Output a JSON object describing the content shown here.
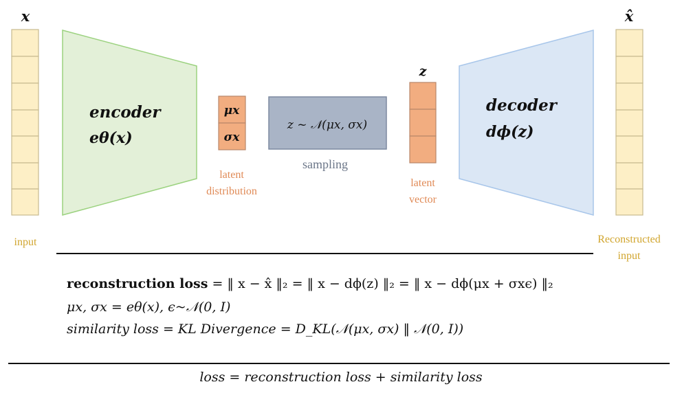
{
  "diagram": {
    "input_symbol": "x",
    "output_symbol": "x̂",
    "input_label": "input",
    "output_label_line1": "Reconstructed",
    "output_label_line2": "input",
    "encoder_title": "encoder",
    "encoder_func": "eθ(x)",
    "mu_label": "μx",
    "sigma_label": "σx",
    "latent_dist_line1": "latent",
    "latent_dist_line2": "distribution",
    "sampling_formula": "z ~ 𝒩(μx, σx)",
    "sampling_label": "sampling",
    "z_symbol": "z",
    "latent_vec_line1": "latent",
    "latent_vec_line2": "vector",
    "decoder_title": "decoder",
    "decoder_func": "dϕ(z)"
  },
  "formulas": {
    "recon_bold": "reconstruction loss",
    "recon_rest": " = ‖ x − x̂ ‖₂ = ‖ x − dϕ(z) ‖₂ = ‖ x − dϕ(μx + σxϵ) ‖₂",
    "params_line": "μx, σx = eθ(x),          ϵ~𝒩(0, I)",
    "similarity_line": "similarity loss = KL Divergence = D_KL(𝒩(μx, σx) ‖ 𝒩(0, I))",
    "total_line": "loss = reconstruction loss + similarity loss"
  },
  "colors": {
    "input_cell": "#fdefc6",
    "input_border": "#c7ba8f",
    "encoder_fill": "#e3f0d8",
    "encoder_stroke": "#9bd27f",
    "decoder_fill": "#dbe7f5",
    "decoder_stroke": "#a8c6ea",
    "latent_cell": "#f2ad80",
    "latent_border": "#b8876a",
    "sampling_fill": "#a9b4c6",
    "sampling_stroke": "#7d8aa0",
    "label_orange": "#e08a56",
    "label_gold": "#d1a52e",
    "label_gray": "#6b7688"
  }
}
